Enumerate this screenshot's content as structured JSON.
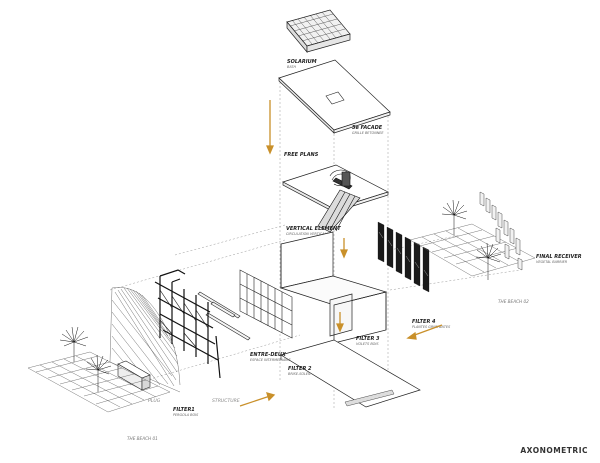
{
  "title": "AXONOMETRIC",
  "labels": {
    "solarium": "SOLARIUM",
    "solarium_sub": "BATH",
    "facade": "5e FACADE",
    "facade_sub": "GRILLE BETONNEE",
    "free_plans": "FREE PLANS",
    "vertical_element": "VERTICAL ELEMENT",
    "vertical_element_sub": "CIRCULATION VERTICALE",
    "entre_deux": "ENTRE-DEUX",
    "entre_deux_sub": "ESPACE INTERMEDIAIRE",
    "filter1": "FILTER1",
    "filter1_sub": "PERGOLA BOIS",
    "filter2": "FILTER 2",
    "filter2_sub": "BRISE-SOLEIL",
    "filter3": "FILTER 3",
    "filter3_sub": "VOLETS BOIS",
    "filter4": "FILTER 4",
    "filter4_sub": "PLANTES GRIMPANTES",
    "final_receiver": "FINAL RECEIVER",
    "final_receiver_sub": "VEGETAL BARRIER",
    "plug": "PLUG",
    "structure": "STRUCTURE",
    "beach01": "THE BEACH 01",
    "beach02": "THE BEACH 02"
  },
  "colors": {
    "accent": "#c9902a",
    "line": "#2a2a2a",
    "ghost_line": "#8a8a8a"
  }
}
